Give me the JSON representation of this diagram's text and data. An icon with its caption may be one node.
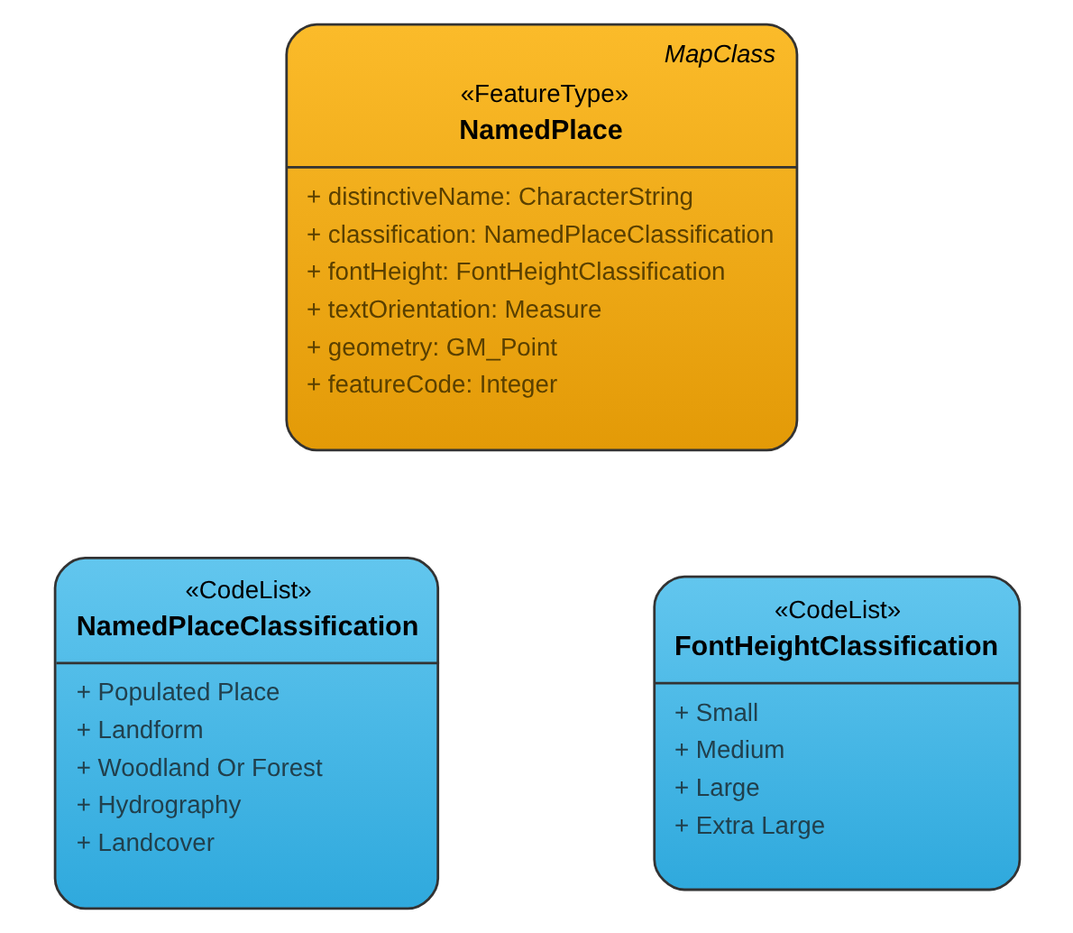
{
  "diagram": {
    "nodes": [
      {
        "text": [
          "MapClass",
          "«FeatureType»",
          "NamedPlace",
          "+ distinctiveName: CharacterString",
          "+ classification: NamedPlaceClassification",
          "+ fontHeight: FontHeightClassification",
          "+ textOrientation: Measure",
          "+ geometry: GM_Point",
          "+ featureCode: Integer"
        ]
      },
      {
        "text": [
          "«CodeList»",
          "NamedPlaceClassification",
          "+ Populated Place",
          "+ Landform",
          "+ Woodland Or Forest",
          "+ Hydrography",
          "+ Landcover"
        ]
      },
      {
        "text": [
          "«CodeList»",
          "FontHeightClassification",
          "+ Small",
          "+ Medium",
          "+ Large",
          "+ Extra Large"
        ]
      }
    ],
    "edges": []
  }
}
